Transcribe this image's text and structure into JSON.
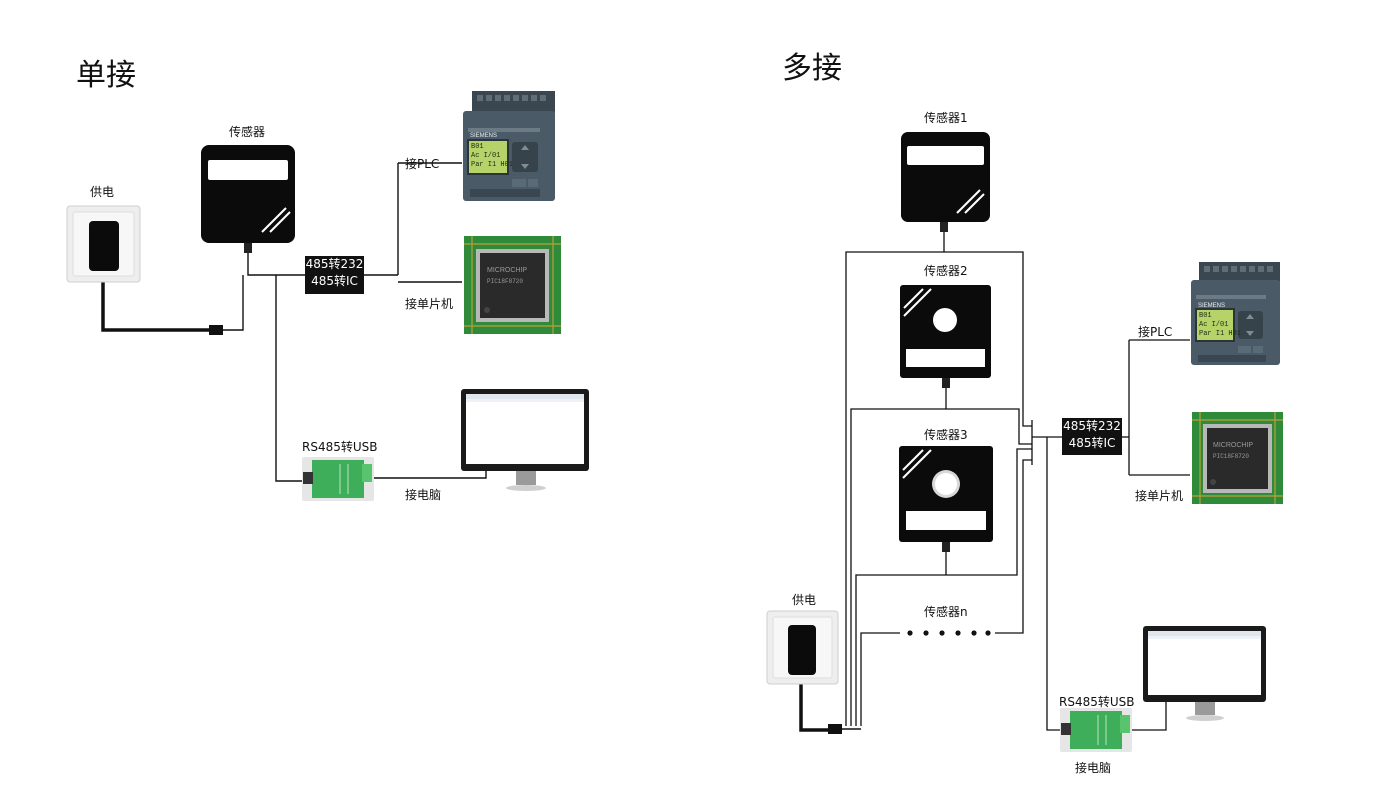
{
  "single": {
    "title": "单接",
    "power_label": "供电",
    "sensor_label": "传感器",
    "converter_line1": "485转232",
    "converter_line2": "485转IC",
    "plc_label": "接PLC",
    "mcu_label": "接单片机",
    "usb_label": "RS485转USB",
    "pc_label": "接电脑"
  },
  "multi": {
    "title": "多接",
    "sensor1_label": "传感器1",
    "sensor2_label": "传感器2",
    "sensor3_label": "传感器3",
    "sensorn_label": "传感器n",
    "power_label": "供电",
    "converter_line1": "485转232",
    "converter_line2": "485转IC",
    "plc_label": "接PLC",
    "mcu_label": "接单片机",
    "usb_label": "RS485转USB",
    "pc_label": "接电脑"
  },
  "devices": {
    "plc_brand": "SIEMENS",
    "mcu_brand": "MICROCHIP",
    "mcu_part": "PIC18F8720",
    "plc_screen_lines": [
      "B01",
      "Ac I/01",
      "Par I1 H01"
    ]
  },
  "colors": {
    "wire": "#111111",
    "device_black": "#0b0b0b",
    "plc_body": "#4a5a66",
    "plc_screen": "#b6d36a",
    "pcb_green": "#2f8a3a",
    "usb_green": "#3fae5a"
  }
}
